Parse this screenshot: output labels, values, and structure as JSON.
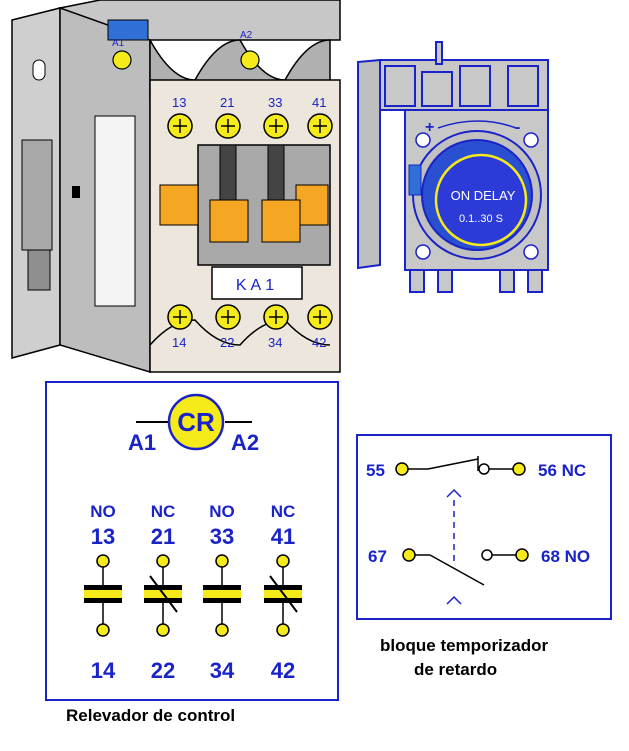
{
  "contactor": {
    "coil_label": "KA1",
    "top_terminals": [
      "13",
      "21",
      "33",
      "41"
    ],
    "bottom_terminals": [
      "14",
      "22",
      "34",
      "42"
    ]
  },
  "timer_module": {
    "mode_text": "ON DELAY",
    "range_text": "0.1..30 S"
  },
  "relay_symbol": {
    "coil_text": "CR",
    "coil_terminal_left": "A1",
    "coil_terminal_right": "A2",
    "contacts": [
      {
        "type": "NO",
        "top": "13",
        "bottom": "14"
      },
      {
        "type": "NC",
        "top": "21",
        "bottom": "22"
      },
      {
        "type": "NO",
        "top": "33",
        "bottom": "34"
      },
      {
        "type": "NC",
        "top": "41",
        "bottom": "42"
      }
    ],
    "caption": "Relevador de control"
  },
  "timer_symbol": {
    "row1": {
      "left": "55",
      "right": "56 NC"
    },
    "row2": {
      "left": "67",
      "right": "68 NO"
    },
    "caption_line1": "bloque temporizador",
    "caption_line2": "de retardo"
  },
  "colors": {
    "blue": "#1a23c8",
    "yellow": "#f5eb1a",
    "orange": "#f5a623",
    "body_grey": "#b9b9b9",
    "face_cream": "#ece6dc"
  }
}
